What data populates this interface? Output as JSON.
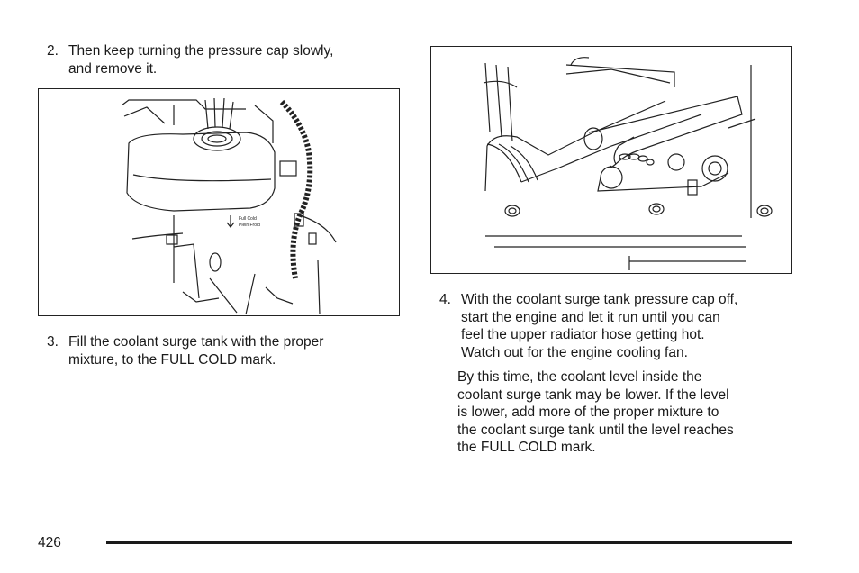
{
  "left_column": {
    "step2": {
      "number": "2.",
      "line1": "Then keep turning the pressure cap slowly,",
      "line2": "and remove it."
    },
    "figure1": {
      "label_line1": "Full Cold",
      "label_line2": "Plein Froid"
    },
    "step3": {
      "number": "3.",
      "line1": "Fill the coolant surge tank with the proper",
      "line2": "mixture, to the FULL COLD mark."
    }
  },
  "right_column": {
    "step4": {
      "number": "4.",
      "line1": "With the coolant surge tank pressure cap off,",
      "line2": "start the engine and let it run until you can",
      "line3": "feel the upper radiator hose getting hot.",
      "line4": "Watch out for the engine cooling fan."
    },
    "note": {
      "line1": "By this time, the coolant level inside the",
      "line2": "coolant surge tank may be lower. If the level",
      "line3": "is lower, add more of the proper mixture to",
      "line4": "the coolant surge tank until the level reaches",
      "line5": "the FULL COLD mark."
    }
  },
  "footer": {
    "page_number": "426"
  }
}
